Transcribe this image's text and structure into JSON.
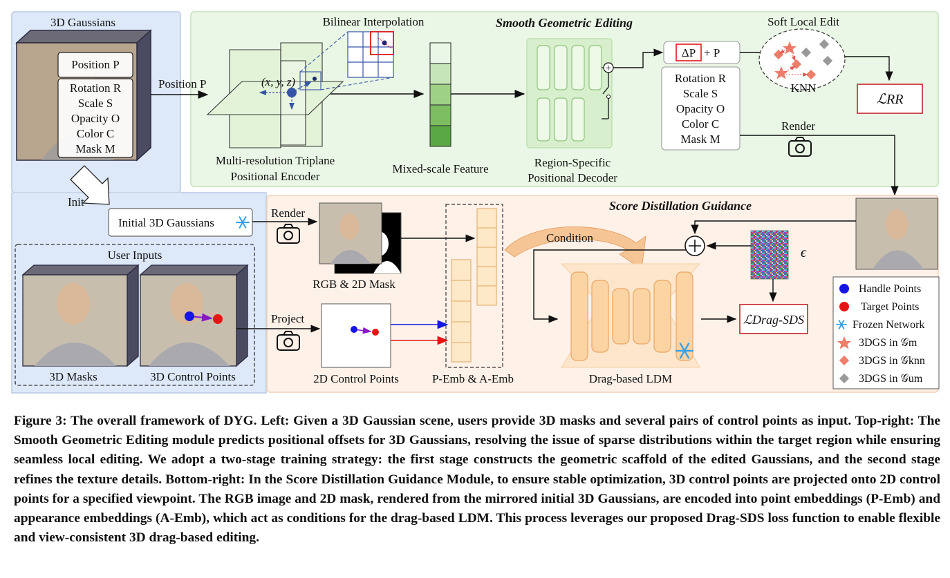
{
  "gaussians": {
    "title": "3D Gaussians",
    "position": "Position P",
    "attributes": [
      "Rotation R",
      "Scale S",
      "Opacity O",
      "Color C",
      "Mask M"
    ]
  },
  "flow": {
    "position_arrow": "Position P",
    "init": "Init",
    "initial_gaussians": "Initial 3D Gaussians",
    "render_top": "Render",
    "render_bottom": "Render",
    "project": "Project",
    "condition": "Condition",
    "epsilon": "ϵ"
  },
  "geometric": {
    "title": "Smooth Geometric Editing",
    "bilinear": "Bilinear Interpolation",
    "xyz": "(x, y, z)",
    "triplane_line1": "Multi-resolution Triplane",
    "triplane_line2": "Positional Encoder",
    "mixed_feature": "Mixed-scale Feature",
    "decoder_line1": "Region-Specific",
    "decoder_line2": "Positional Decoder",
    "plus": "+",
    "delta_p": "ΔP",
    "plus_p": "+ P",
    "output_attributes": [
      "Rotation R",
      "Scale S",
      "Opacity O",
      "Color C",
      "Mask M"
    ],
    "soft_local_edit": "Soft Local Edit",
    "knn": "KNN",
    "loss_rr": "ℒRR"
  },
  "score": {
    "title": "Score Distillation Guidance",
    "rgb_mask": "RGB & 2D Mask",
    "control_2d": "2D Control Points",
    "emb": "P-Emb & A-Emb",
    "ldm": "Drag-based LDM",
    "loss_drag": "ℒDrag-SDS"
  },
  "user_inputs": {
    "title": "User Inputs",
    "masks": "3D Masks",
    "control": "3D Control Points"
  },
  "legend": [
    {
      "label": "Handle Points",
      "symbol": "circle",
      "color": "#1515e6"
    },
    {
      "label": "Target Points",
      "symbol": "circle",
      "color": "#e61515"
    },
    {
      "label": "Frozen Network",
      "symbol": "snowflake",
      "color": "#3aa0e8"
    },
    {
      "label": "3DGS in 𝒢m",
      "symbol": "star",
      "color": "#ee7d6a"
    },
    {
      "label": "3DGS in 𝒢knn",
      "symbol": "diamond",
      "color": "#ee7d6a"
    },
    {
      "label": "3DGS in 𝒢um",
      "symbol": "diamond",
      "color": "#999999"
    }
  ],
  "colors": {
    "left_panel": "#dde8f8",
    "geometric_panel": "#eaf7e6",
    "score_panel": "#fdf1e8",
    "triplane": "#e3f3d8",
    "feature_green": "#5aa845",
    "loss_border": "#c8202a"
  },
  "caption": "Figure 3: The overall framework of DYG. Left: Given a 3D Gaussian scene, users provide 3D masks and several pairs of control points as input. Top-right: The Smooth Geometric Editing module predicts positional offsets for 3D Gaussians, resolving the issue of sparse distributions within the target region while ensuring seamless local editing. We adopt a two-stage training strategy: the first stage constructs the geometric scaffold of the edited Gaussians, and the second stage refines the texture details. Bottom-right: In the Score Distillation Guidance Module, to ensure stable optimization, 3D control points are projected onto 2D control points for a specified viewpoint. The RGB image and 2D mask, rendered from the mirrored initial 3D Gaussians, are encoded into point embeddings (P-Emb) and appearance embeddings (A-Emb), which act as conditions for the drag-based LDM. This process leverages our proposed Drag-SDS loss function to enable flexible and view-consistent 3D drag-based editing."
}
